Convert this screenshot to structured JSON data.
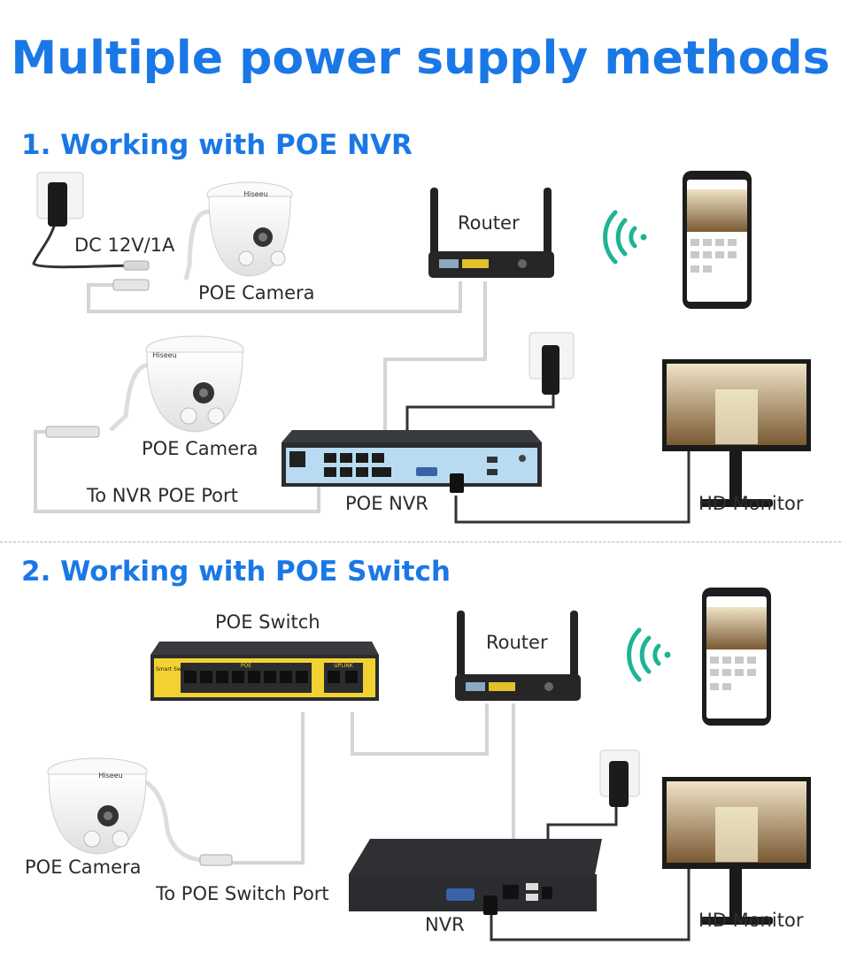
{
  "title": "Multiple power supply methods",
  "section1": {
    "heading": "1. Working with POE NVR",
    "labels": {
      "dc": "DC 12V/1A",
      "poe_camera_top": "POE Camera",
      "router": "Router",
      "poe_camera_2": "POE Camera",
      "to_nvr_port": "To NVR POE Port",
      "poe_nvr": "POE NVR",
      "hd_monitor": "HD Monitor"
    }
  },
  "section2": {
    "heading": "2. Working with POE Switch",
    "labels": {
      "poe_switch": "POE Switch",
      "router": "Router",
      "poe_camera": "POE Camera",
      "to_switch_port": "To POE Switch Port",
      "nvr": "NVR",
      "hd_monitor": "HD Monitor"
    }
  },
  "device_text": {
    "brand": "Hiseeu",
    "switch_panel": "Smart Switch",
    "switch_poe": "POE",
    "switch_uplink": "UPLINK"
  },
  "colors": {
    "accent": "#1a78e6",
    "wifi": "#1fb394",
    "device_dark": "#2b2c2f",
    "nvr_panel": "#b9dbf2",
    "cable_light": "#c9c9c9",
    "cable_dark": "#333333"
  }
}
